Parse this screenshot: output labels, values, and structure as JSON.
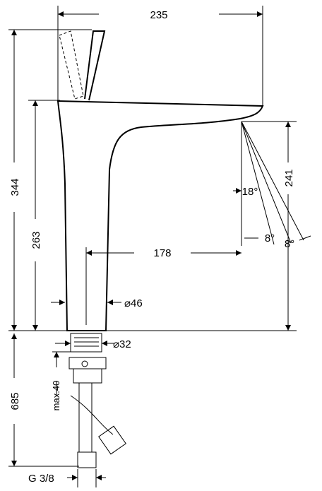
{
  "dimensions": {
    "width_top": "235",
    "height_total": "344",
    "height_spout": "263",
    "reach": "178",
    "spout_height": "241",
    "angle_1": "18°",
    "angle_2": "8°",
    "angle_3": "8°",
    "diameter_body": "⌀46",
    "diameter_base": "⌀32",
    "install_length": "685",
    "max_thread": "max.40",
    "thread": "G 3/8"
  }
}
